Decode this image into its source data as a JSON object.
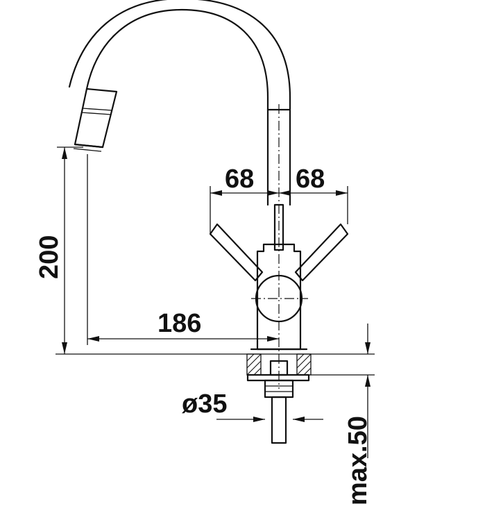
{
  "dimensions": {
    "lever_spread_left": "68",
    "lever_spread_right": "68",
    "spout_height": "200",
    "spout_reach": "186",
    "hole_diameter": "ø35",
    "deck_thickness": "max.50"
  },
  "colors": {
    "line": "#111111",
    "background": "#ffffff"
  }
}
